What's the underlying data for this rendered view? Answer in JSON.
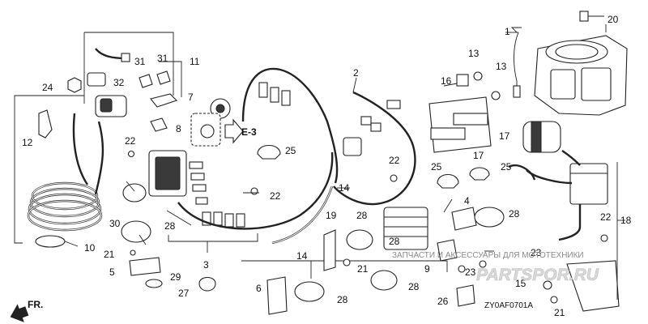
{
  "diagram": {
    "part_code": "ZY0AF0701A",
    "front_label": "FR.",
    "reference_label": "E-3",
    "watermark_line": "ЗАПЧАСТИ И АКСЕССУАРЫ ДЛЯ МОТОТЕХНИКИ",
    "watermark_brand": "PARTSPOR.RU",
    "accent_color": "#222222",
    "callouts": [
      {
        "id": "c1",
        "text": "1"
      },
      {
        "id": "c2",
        "text": "2"
      },
      {
        "id": "c3",
        "text": "3"
      },
      {
        "id": "c4",
        "text": "4"
      },
      {
        "id": "c5",
        "text": "5"
      },
      {
        "id": "c6",
        "text": "6"
      },
      {
        "id": "c7",
        "text": "7"
      },
      {
        "id": "c8",
        "text": "8"
      },
      {
        "id": "c9",
        "text": "9"
      },
      {
        "id": "c10",
        "text": "10"
      },
      {
        "id": "c11",
        "text": "11"
      },
      {
        "id": "c12",
        "text": "12"
      },
      {
        "id": "c13a",
        "text": "13"
      },
      {
        "id": "c13b",
        "text": "13"
      },
      {
        "id": "c14a",
        "text": "14"
      },
      {
        "id": "c14b",
        "text": "14"
      },
      {
        "id": "c15",
        "text": "15"
      },
      {
        "id": "c16",
        "text": "16"
      },
      {
        "id": "c17a",
        "text": "17"
      },
      {
        "id": "c17b",
        "text": "17"
      },
      {
        "id": "c18",
        "text": "18"
      },
      {
        "id": "c19",
        "text": "19"
      },
      {
        "id": "c20",
        "text": "20"
      },
      {
        "id": "c21a",
        "text": "21"
      },
      {
        "id": "c21b",
        "text": "21"
      },
      {
        "id": "c21c",
        "text": "21"
      },
      {
        "id": "c22a",
        "text": "22"
      },
      {
        "id": "c22b",
        "text": "22"
      },
      {
        "id": "c22c",
        "text": "22"
      },
      {
        "id": "c22d",
        "text": "22"
      },
      {
        "id": "c23a",
        "text": "23"
      },
      {
        "id": "c23b",
        "text": "23"
      },
      {
        "id": "c24",
        "text": "24"
      },
      {
        "id": "c25a",
        "text": "25"
      },
      {
        "id": "c25b",
        "text": "25"
      },
      {
        "id": "c25c",
        "text": "25"
      },
      {
        "id": "c26",
        "text": "26"
      },
      {
        "id": "c27",
        "text": "27"
      },
      {
        "id": "c28a",
        "text": "28"
      },
      {
        "id": "c28b",
        "text": "28"
      },
      {
        "id": "c28c",
        "text": "28"
      },
      {
        "id": "c28d",
        "text": "28"
      },
      {
        "id": "c28e",
        "text": "28"
      },
      {
        "id": "c28f",
        "text": "28"
      },
      {
        "id": "c29",
        "text": "29"
      },
      {
        "id": "c30",
        "text": "30"
      },
      {
        "id": "c31a",
        "text": "31"
      },
      {
        "id": "c31b",
        "text": "31"
      },
      {
        "id": "c32",
        "text": "32"
      }
    ]
  }
}
